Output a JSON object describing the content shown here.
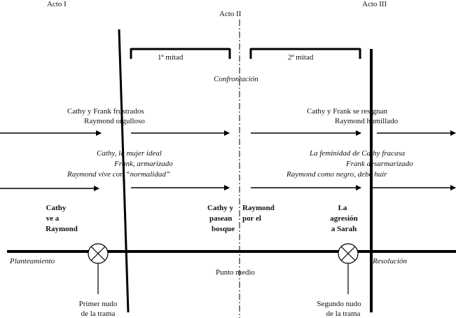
{
  "acts": {
    "act1": "Acto I",
    "act2": "Acto II",
    "act3": "Acto III"
  },
  "halves": {
    "first": "1ª mitad",
    "second": "2ª mitad"
  },
  "confrontation": "Confrontación",
  "row1": {
    "left_line1": "Cathy y Frank frustrados",
    "left_line2": "Raymond orgulloso",
    "right_line1": "Cathy y Frank se resignan",
    "right_line2": "Raymond humillado"
  },
  "row2": {
    "left_line1": "Cathy, la mujer ideal",
    "left_line2": "Frank, armarizado",
    "left_line3": "Raymond vive con “normalidad”",
    "right_line1": "La feminidad de Cathy fracasa",
    "right_line2": "Frank desarmarizado",
    "right_line3": "Raymond como negro, debe huir"
  },
  "events": {
    "e1": [
      "Cathy",
      "ve a",
      "Raymond"
    ],
    "e2_left": [
      "Cathy y",
      "pasean",
      "bosque"
    ],
    "e2_right": [
      "Raymond",
      "por el"
    ],
    "e3": [
      "La",
      "agresión",
      "a Sarah"
    ]
  },
  "timeline": {
    "start_label": "Planteamiento",
    "midpoint": "Punto medio",
    "end_label": "Resolución",
    "node1": [
      "Primer nudo",
      "de la trama"
    ],
    "node2": [
      "Segundo nudo",
      "de la trama"
    ]
  }
}
